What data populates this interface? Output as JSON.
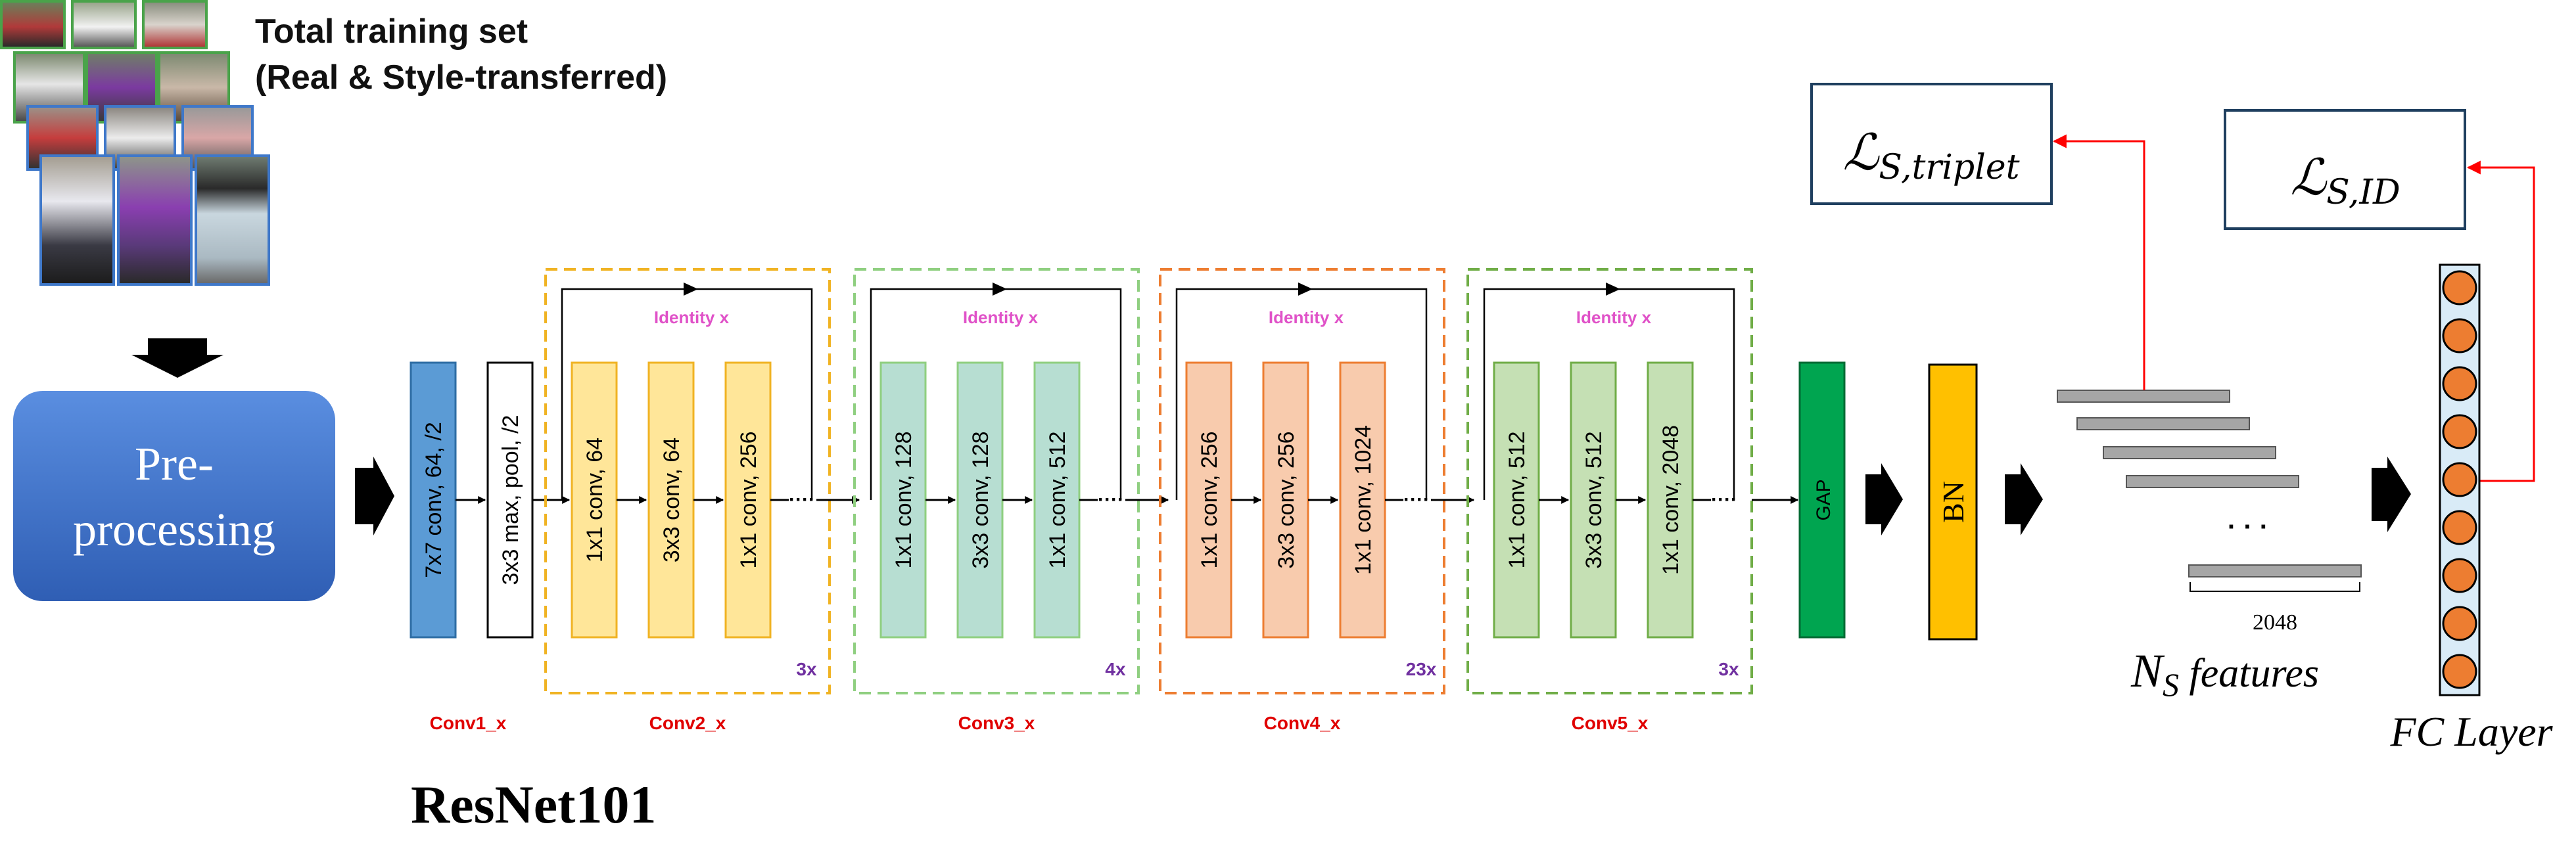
{
  "training": {
    "title": "Total training set",
    "subtitle": "(Real & Style-transferred)"
  },
  "preprocessing": {
    "label_line1": "Pre-",
    "label_line2": "processing"
  },
  "network_title": "ResNet101",
  "conv1": {
    "block1": "7x7 conv, 64, /2",
    "block2": "3x3 max, pool, /2",
    "label": "Conv1_x"
  },
  "stages": [
    {
      "label": "Conv2_x",
      "repeat": "3x",
      "identity": "Identity x",
      "blocks": [
        "1x1 conv, 64",
        "3x3 conv, 64",
        "1x1 conv, 256"
      ]
    },
    {
      "label": "Conv3_x",
      "repeat": "4x",
      "identity": "Identity x",
      "blocks": [
        "1x1 conv, 128",
        "3x3 conv, 128",
        "1x1 conv, 512"
      ]
    },
    {
      "label": "Conv4_x",
      "repeat": "23x",
      "identity": "Identity x",
      "blocks": [
        "1x1 conv, 256",
        "3x3 conv, 256",
        "1x1 conv, 1024"
      ]
    },
    {
      "label": "Conv5_x",
      "repeat": "3x",
      "identity": "Identity x",
      "blocks": [
        "1x1 conv, 512",
        "3x3 conv, 512",
        "1x1 conv, 2048"
      ]
    }
  ],
  "gap_label": "GAP",
  "bn_label": "BN",
  "features": {
    "ellipsis": "· · ·",
    "dim": "2048",
    "label_main": "N",
    "label_sub": "S",
    "label_rest": " features"
  },
  "losses": {
    "triplet_main": "ℒ",
    "triplet_sub": "S,triplet",
    "id_main": "ℒ",
    "id_sub": "S,ID"
  },
  "fc_label": "FC Layer",
  "colors": {
    "preprocess": "#3f6fc4",
    "conv1": "#5b9bd5",
    "conv2_fill": "#ffe699",
    "conv2_border": "#f0b323",
    "conv3_fill": "#b7ded2",
    "conv3_border": "#8fcf80",
    "conv4_fill": "#f8cbad",
    "conv4_border": "#ed7d31",
    "conv5_fill": "#c5e0b4",
    "conv5_border": "#70ad47",
    "gap": "#00a550",
    "bn": "#ffc000",
    "fc_node": "#ed7d31",
    "fc_bar": "#d9ebf7",
    "red_label": "#e00000",
    "identity": "#e052c8",
    "repeat": "#7030a0",
    "arrow_red": "#ff0000",
    "feature_bar": "#a6a6a6"
  },
  "fc_nodes": 9
}
